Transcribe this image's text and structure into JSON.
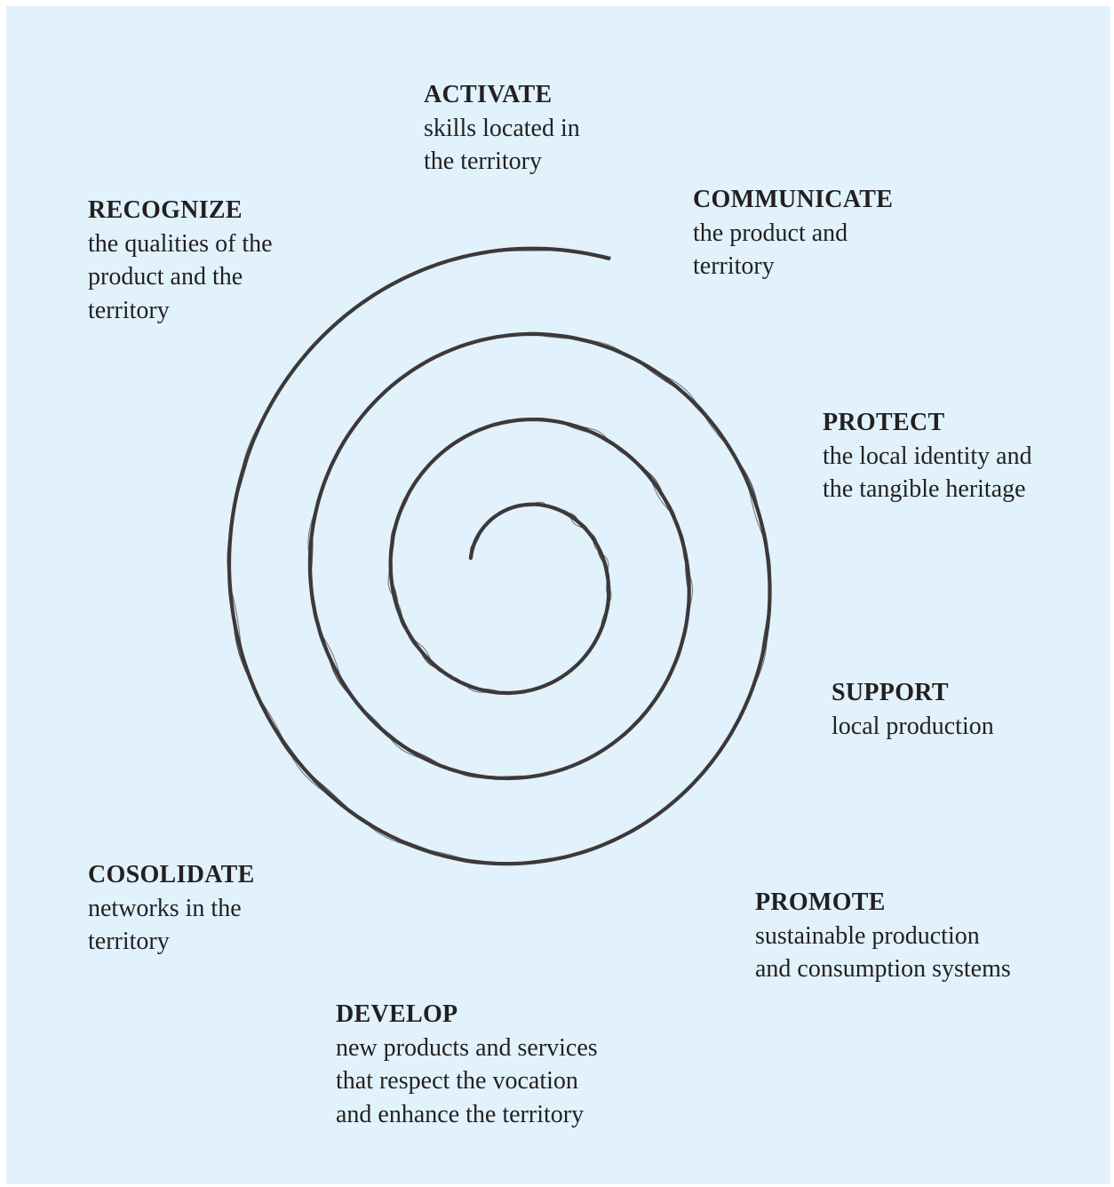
{
  "diagram": {
    "colors": {
      "background": "#e1f2fc",
      "spiral": "#3d393a",
      "text": "#231f20"
    },
    "steps": [
      {
        "id": "activate",
        "title": "ACTIVATE",
        "description": "skills located in\nthe territory"
      },
      {
        "id": "communicate",
        "title": "COMMUNICATE",
        "description": "the product and\nterritory"
      },
      {
        "id": "protect",
        "title": "PROTECT",
        "description": "the local identity and\nthe tangible heritage"
      },
      {
        "id": "support",
        "title": "SUPPORT",
        "description": "local production"
      },
      {
        "id": "promote",
        "title": "PROMOTE",
        "description": "sustainable production\nand consumption systems"
      },
      {
        "id": "develop",
        "title": "DEVELOP",
        "description": "new products and services\nthat respect the vocation\nand enhance the territory"
      },
      {
        "id": "cosolidate",
        "title": "COSOLIDATE",
        "description": "networks in the\nterritory"
      },
      {
        "id": "recognize",
        "title": "RECOGNIZE",
        "description": "the qualities of the\nproduct and the\nterritory"
      }
    ]
  }
}
